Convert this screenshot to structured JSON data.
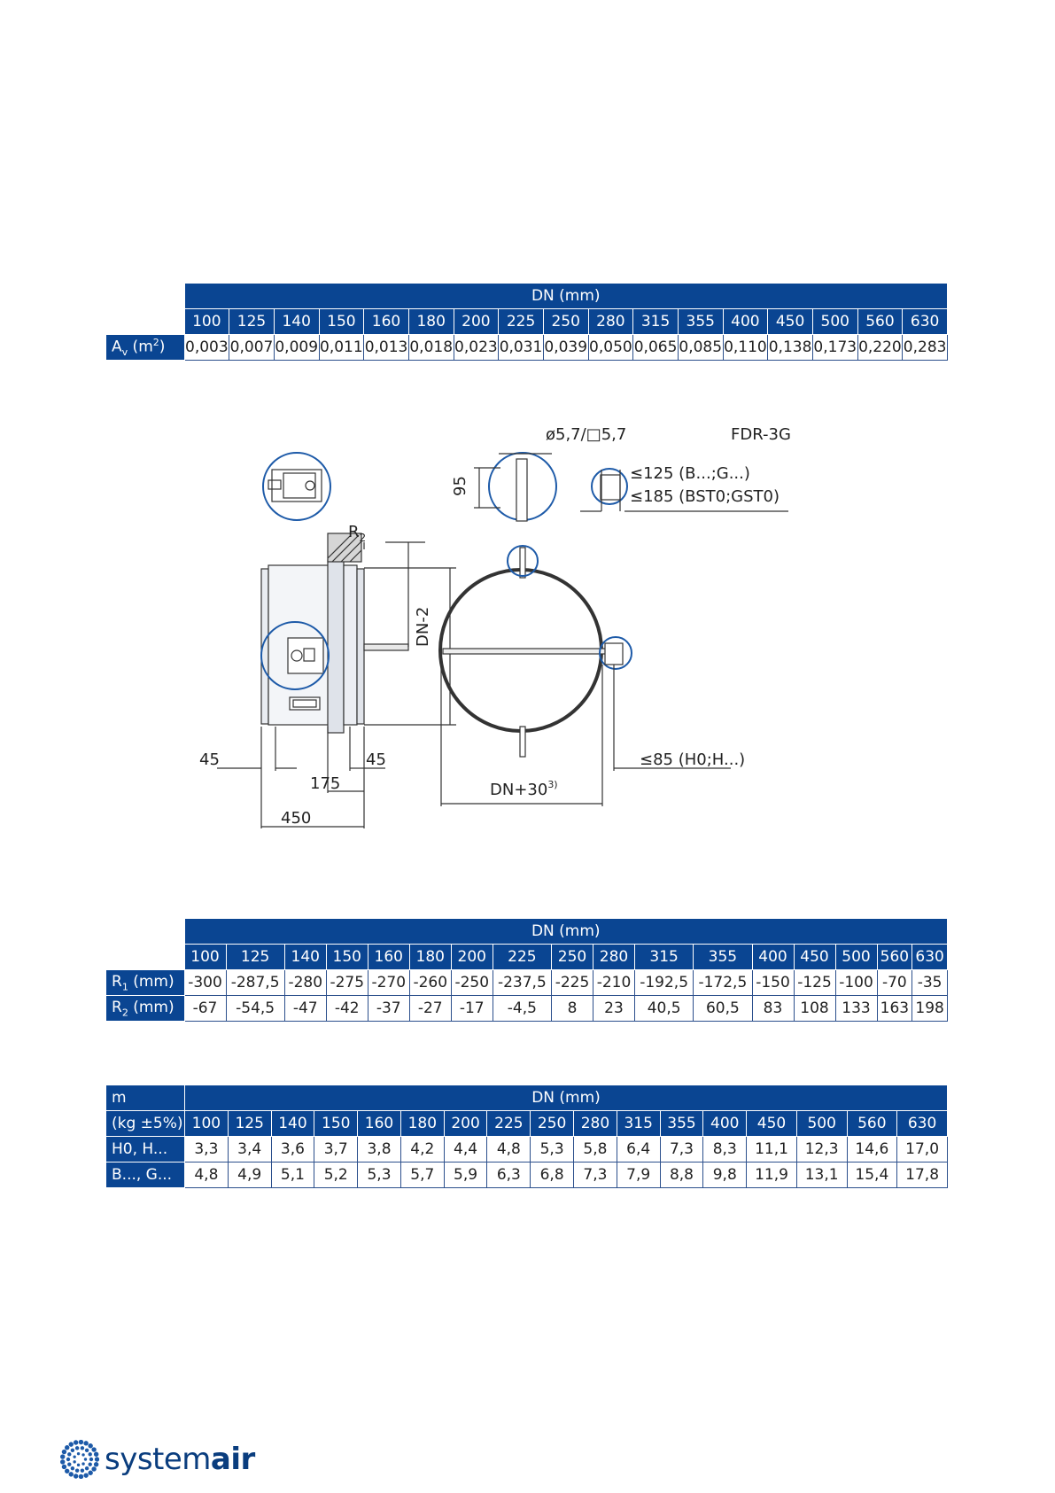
{
  "table_av": {
    "header": "DN (mm)",
    "dn": [
      "100",
      "125",
      "140",
      "150",
      "160",
      "180",
      "200",
      "225",
      "250",
      "280",
      "315",
      "355",
      "400",
      "450",
      "500",
      "560",
      "630"
    ],
    "row_label_main": "A",
    "row_label_sub": "v",
    "row_label_tail": " (m",
    "row_label_sup": "2",
    "row_label_end": ")",
    "values": [
      "0,003",
      "0,007",
      "0,009",
      "0,011",
      "0,013",
      "0,018",
      "0,023",
      "0,031",
      "0,039",
      "0,050",
      "0,065",
      "0,085",
      "0,110",
      "0,138",
      "0,173",
      "0,220",
      "0,283"
    ]
  },
  "drawing": {
    "model": "FDR-3G",
    "hole_label": "ø5,7/□5,7",
    "dim_95": "95",
    "r2": "R",
    "r2_sub": "2",
    "dn_minus_2": "DN-2",
    "b_label": "≤125 (B...;G...)",
    "bst_label": "≤185 (BST0;GST0)",
    "h_label": "≤85 (H0;H...)",
    "dim_45_left": "45",
    "dim_45_right": "45",
    "dim_175": "175",
    "dim_450": "450",
    "dn_plus_30": "DN+30",
    "dn_plus_30_note": "3)"
  },
  "table_r": {
    "header": "DN (mm)",
    "dn": [
      "100",
      "125",
      "140",
      "150",
      "160",
      "180",
      "200",
      "225",
      "250",
      "280",
      "315",
      "355",
      "400",
      "450",
      "500",
      "560",
      "630"
    ],
    "rows": [
      {
        "label": "R",
        "sub": "1",
        "tail": " (mm)",
        "values": [
          "-300",
          "-287,5",
          "-280",
          "-275",
          "-270",
          "-260",
          "-250",
          "-237,5",
          "-225",
          "-210",
          "-192,5",
          "-172,5",
          "-150",
          "-125",
          "-100",
          "-70",
          "-35"
        ]
      },
      {
        "label": "R",
        "sub": "2",
        "tail": " (mm)",
        "values": [
          "-67",
          "-54,5",
          "-47",
          "-42",
          "-37",
          "-27",
          "-17",
          "-4,5",
          "8",
          "23",
          "40,5",
          "60,5",
          "83",
          "108",
          "133",
          "163",
          "198"
        ]
      }
    ]
  },
  "table_m": {
    "corner_line1": "m",
    "corner_line2": "(kg ±5%)",
    "header": "DN (mm)",
    "dn": [
      "100",
      "125",
      "140",
      "150",
      "160",
      "180",
      "200",
      "225",
      "250",
      "280",
      "315",
      "355",
      "400",
      "450",
      "500",
      "560",
      "630"
    ],
    "rows": [
      {
        "label": "H0, H...",
        "values": [
          "3,3",
          "3,4",
          "3,6",
          "3,7",
          "3,8",
          "4,2",
          "4,4",
          "4,8",
          "5,3",
          "5,8",
          "6,4",
          "7,3",
          "8,3",
          "11,1",
          "12,3",
          "14,6",
          "17,0"
        ]
      },
      {
        "label": "B..., G...",
        "values": [
          "4,8",
          "4,9",
          "5,1",
          "5,2",
          "5,3",
          "5,7",
          "5,9",
          "6,3",
          "6,8",
          "7,3",
          "7,9",
          "8,8",
          "9,8",
          "11,9",
          "13,1",
          "15,4",
          "17,8"
        ]
      }
    ]
  },
  "footer": {
    "brand_light": "system",
    "brand_bold": "air",
    "logo_icon": "systemair-dots-icon"
  }
}
